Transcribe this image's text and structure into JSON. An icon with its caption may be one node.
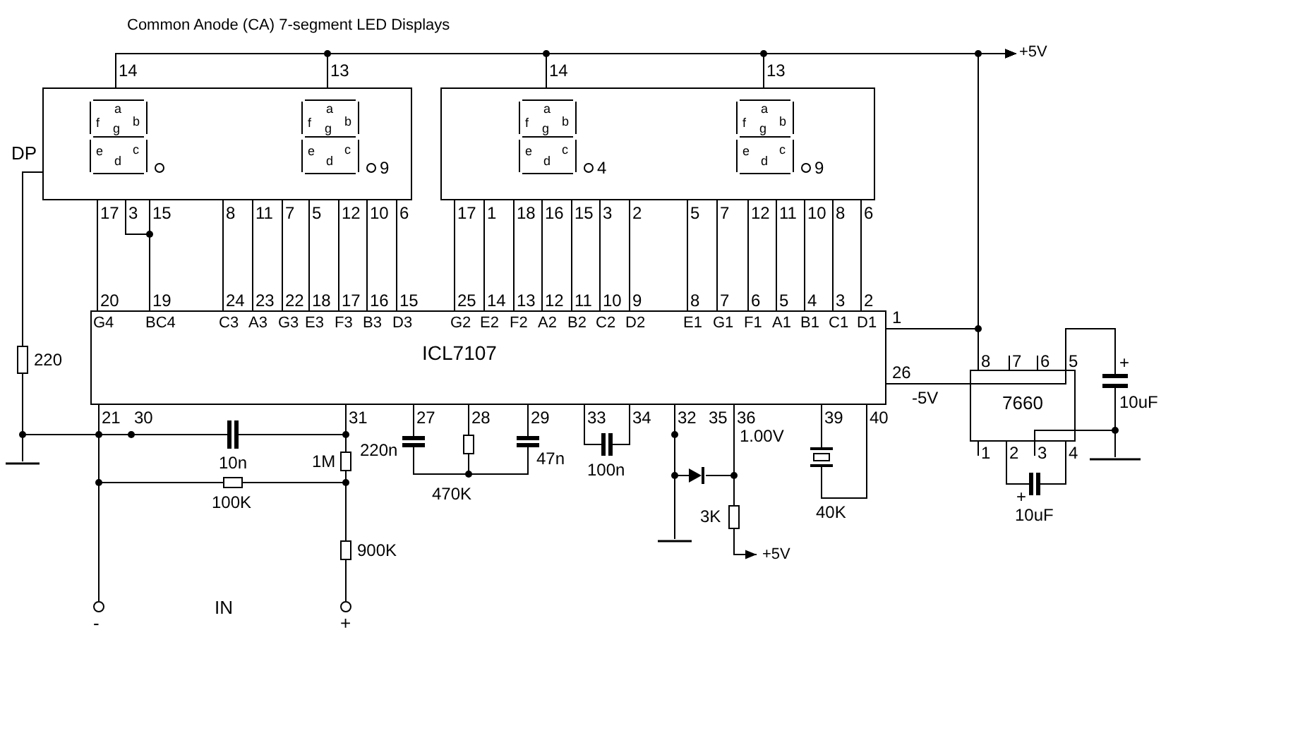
{
  "diagram": {
    "title": "Common Anode (CA)  7-segment LED Displays",
    "nodes": [
      {
        "text": [],
        "shape": "box"
      },
      {
        "text": [
          "a",
          "f",
          "g",
          "b",
          "e",
          "c",
          "d"
        ],
        "in": 0
      },
      {
        "text": [
          "a",
          "f",
          "g",
          "b",
          "e",
          "c",
          "d"
        ],
        "in": 0,
        "beside": [
          "9"
        ]
      },
      {
        "text": [],
        "shape": "box"
      },
      {
        "text": [
          "a",
          "f",
          "g",
          "b",
          "e",
          "c",
          "d"
        ],
        "in": 3,
        "beside": [
          "4"
        ]
      },
      {
        "text": [
          "a",
          "f",
          "g",
          "b",
          "e",
          "c",
          "d"
        ],
        "in": 3,
        "beside": [
          "9"
        ]
      },
      {
        "text": [
          "ICL7107"
        ]
      },
      {
        "text": [
          "7660"
        ]
      },
      {
        "text": [
          "220"
        ]
      },
      {
        "text": [
          "10n"
        ]
      },
      {
        "text": [
          "1M"
        ]
      },
      {
        "text": [
          "100K"
        ]
      },
      {
        "text": [
          "900K"
        ]
      },
      {
        "text": [
          "220n"
        ]
      },
      {
        "text": [
          "470K"
        ]
      },
      {
        "text": [
          "47n"
        ]
      },
      {
        "text": [
          "100n"
        ]
      },
      {
        "text": [],
        "shape": "diode"
      },
      {
        "text": [
          "3K"
        ]
      },
      {
        "text": [
          "40K"
        ]
      },
      {
        "text": [
          "+",
          "10uF"
        ]
      },
      {
        "text": [
          "+",
          "10uF"
        ]
      },
      {
        "text": [],
        "shape": "circle",
        "beside": [
          "-"
        ]
      },
      {
        "text": [],
        "shape": "circle",
        "beside": [
          "+"
        ]
      },
      {
        "text": [
          "+5V"
        ]
      },
      {
        "text": [
          "+5V"
        ]
      },
      {
        "text": [],
        "shape": "ground"
      },
      {
        "text": [],
        "shape": "ground"
      },
      {
        "text": [],
        "shape": "ground"
      }
    ],
    "edges": [
      {
        "from": 0,
        "to": 6,
        "arrow": "none"
      },
      {
        "from": 0,
        "to": 6,
        "arrow": "none"
      },
      {
        "from": 0,
        "to": 6,
        "arrow": "none"
      },
      {
        "from": 0,
        "to": 6,
        "arrow": "none"
      },
      {
        "from": 0,
        "to": 6,
        "arrow": "none"
      },
      {
        "from": 0,
        "to": 6,
        "arrow": "none"
      },
      {
        "from": 0,
        "to": 6,
        "arrow": "none"
      },
      {
        "from": 0,
        "to": 6,
        "arrow": "none"
      },
      {
        "from": 0,
        "to": 6,
        "arrow": "none"
      },
      {
        "from": 0,
        "to": 6,
        "arrow": "none"
      },
      {
        "from": 3,
        "to": 6,
        "arrow": "none"
      },
      {
        "from": 3,
        "to": 6,
        "arrow": "none"
      },
      {
        "from": 3,
        "to": 6,
        "arrow": "none"
      },
      {
        "from": 3,
        "to": 6,
        "arrow": "none"
      },
      {
        "from": 3,
        "to": 6,
        "arrow": "none"
      },
      {
        "from": 3,
        "to": 6,
        "arrow": "none"
      },
      {
        "from": 3,
        "to": 6,
        "arrow": "none"
      },
      {
        "from": 3,
        "to": 6,
        "arrow": "none"
      },
      {
        "from": 3,
        "to": 6,
        "arrow": "none"
      },
      {
        "from": 3,
        "to": 6,
        "arrow": "none"
      },
      {
        "from": 3,
        "to": 6,
        "arrow": "none"
      },
      {
        "from": 3,
        "to": 6,
        "arrow": "none"
      },
      {
        "from": 3,
        "to": 6,
        "arrow": "none"
      },
      {
        "from": 3,
        "to": 6,
        "arrow": "none"
      },
      {
        "from": 0,
        "to": 24,
        "arrow": "to"
      },
      {
        "from": 0,
        "to": 24,
        "arrow": "to"
      },
      {
        "from": 3,
        "to": 24,
        "arrow": "to"
      },
      {
        "from": 3,
        "to": 24,
        "arrow": "to"
      },
      {
        "from": 6,
        "to": 24,
        "arrow": "to"
      },
      {
        "from": 7,
        "to": 24,
        "arrow": "to"
      },
      {
        "from": 6,
        "to": 7,
        "arrow": "none"
      },
      {
        "from": 0,
        "to": 8,
        "arrow": "none"
      },
      {
        "from": 8,
        "to": 26,
        "arrow": "none"
      },
      {
        "from": 6,
        "to": 26,
        "arrow": "none"
      },
      {
        "from": 6,
        "to": 9,
        "arrow": "none"
      },
      {
        "from": 9,
        "to": 6,
        "arrow": "none"
      },
      {
        "from": 6,
        "to": 10,
        "arrow": "none"
      },
      {
        "from": 6,
        "to": 11,
        "arrow": "none"
      },
      {
        "from": 10,
        "to": 11,
        "arrow": "none"
      },
      {
        "from": 11,
        "to": 12,
        "arrow": "none"
      },
      {
        "from": 10,
        "to": 12,
        "arrow": "none"
      },
      {
        "from": 6,
        "to": 22,
        "arrow": "none"
      },
      {
        "from": 12,
        "to": 23,
        "arrow": "none"
      },
      {
        "from": 6,
        "to": 13,
        "arrow": "none"
      },
      {
        "from": 6,
        "to": 14,
        "arrow": "none"
      },
      {
        "from": 6,
        "to": 15,
        "arrow": "none"
      },
      {
        "from": 13,
        "to": 14,
        "arrow": "none"
      },
      {
        "from": 14,
        "to": 15,
        "arrow": "none"
      },
      {
        "from": 6,
        "to": 16,
        "arrow": "none"
      },
      {
        "from": 16,
        "to": 6,
        "arrow": "none"
      },
      {
        "from": 6,
        "to": 17,
        "arrow": "none"
      },
      {
        "from": 6,
        "to": 27,
        "arrow": "none"
      },
      {
        "from": 17,
        "to": 6,
        "arrow": "none"
      },
      {
        "from": 6,
        "to": 18,
        "arrow": "none"
      },
      {
        "from": 17,
        "to": 18,
        "arrow": "none"
      },
      {
        "from": 18,
        "to": 25,
        "arrow": "to"
      },
      {
        "from": 6,
        "to": 19,
        "arrow": "none"
      },
      {
        "from": 19,
        "to": 6,
        "arrow": "none"
      },
      {
        "from": 6,
        "to": 7,
        "arrow": "none"
      },
      {
        "from": 7,
        "to": 20,
        "arrow": "none"
      },
      {
        "from": 20,
        "to": 28,
        "arrow": "none"
      },
      {
        "from": 7,
        "to": 28,
        "arrow": "none"
      },
      {
        "from": 7,
        "to": 21,
        "arrow": "none"
      },
      {
        "from": 21,
        "to": 7,
        "arrow": "none"
      }
    ],
    "labels": [
      "DP",
      "14",
      "13",
      "14",
      "13",
      "17",
      "3",
      "15",
      "8",
      "11",
      "7",
      "5",
      "12",
      "10",
      "6",
      "17",
      "1",
      "18",
      "16",
      "15",
      "3",
      "2",
      "5",
      "7",
      "12",
      "11",
      "10",
      "8",
      "6",
      "20",
      "19",
      "24",
      "23",
      "22",
      "18",
      "17",
      "16",
      "15",
      "25",
      "14",
      "13",
      "12",
      "11",
      "10",
      "9",
      "8",
      "7",
      "6",
      "5",
      "4",
      "3",
      "2",
      "G4",
      "BC4",
      "C3",
      "A3",
      "G3",
      "E3",
      "F3",
      "B3",
      "D3",
      "G2",
      "E2",
      "F2",
      "A2",
      "B2",
      "C2",
      "D2",
      "E1",
      "G1",
      "F1",
      "A1",
      "B1",
      "C1",
      "D1",
      "1",
      "26",
      "21",
      "30",
      "31",
      "27",
      "28",
      "29",
      "33",
      "34",
      "32",
      "35",
      "36",
      "39",
      "40",
      "1.00V",
      "-5V",
      "8",
      "7",
      "6",
      "5",
      "1",
      "2",
      "3",
      "4",
      "IN"
    ]
  }
}
